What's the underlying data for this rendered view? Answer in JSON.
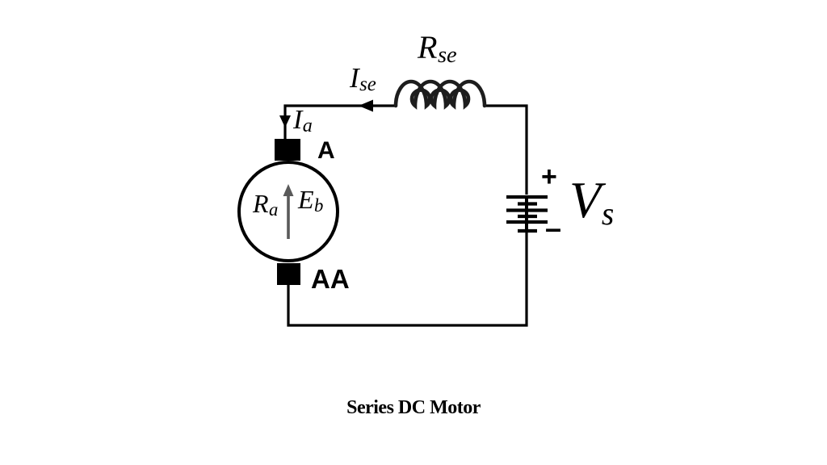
{
  "figure": {
    "caption": "Series DC Motor",
    "background_color": "#ffffff",
    "line_color": "#000000",
    "coil_color": "#1d1d1d",
    "emf_arrow_color": "#5a5a5a"
  },
  "labels": {
    "series_current": {
      "main": "I",
      "sub": "se"
    },
    "series_resistance": {
      "main": "R",
      "sub": "se"
    },
    "armature_current": {
      "main": "I",
      "sub": "a"
    },
    "armature_resistance": {
      "main": "R",
      "sub": "a"
    },
    "back_emf": {
      "main": "E",
      "sub": "b"
    },
    "supply_voltage": {
      "main": "V",
      "sub": "s"
    },
    "terminal_top": "A",
    "terminal_bottom": "AA",
    "battery_plus": "+",
    "battery_minus": "–"
  }
}
